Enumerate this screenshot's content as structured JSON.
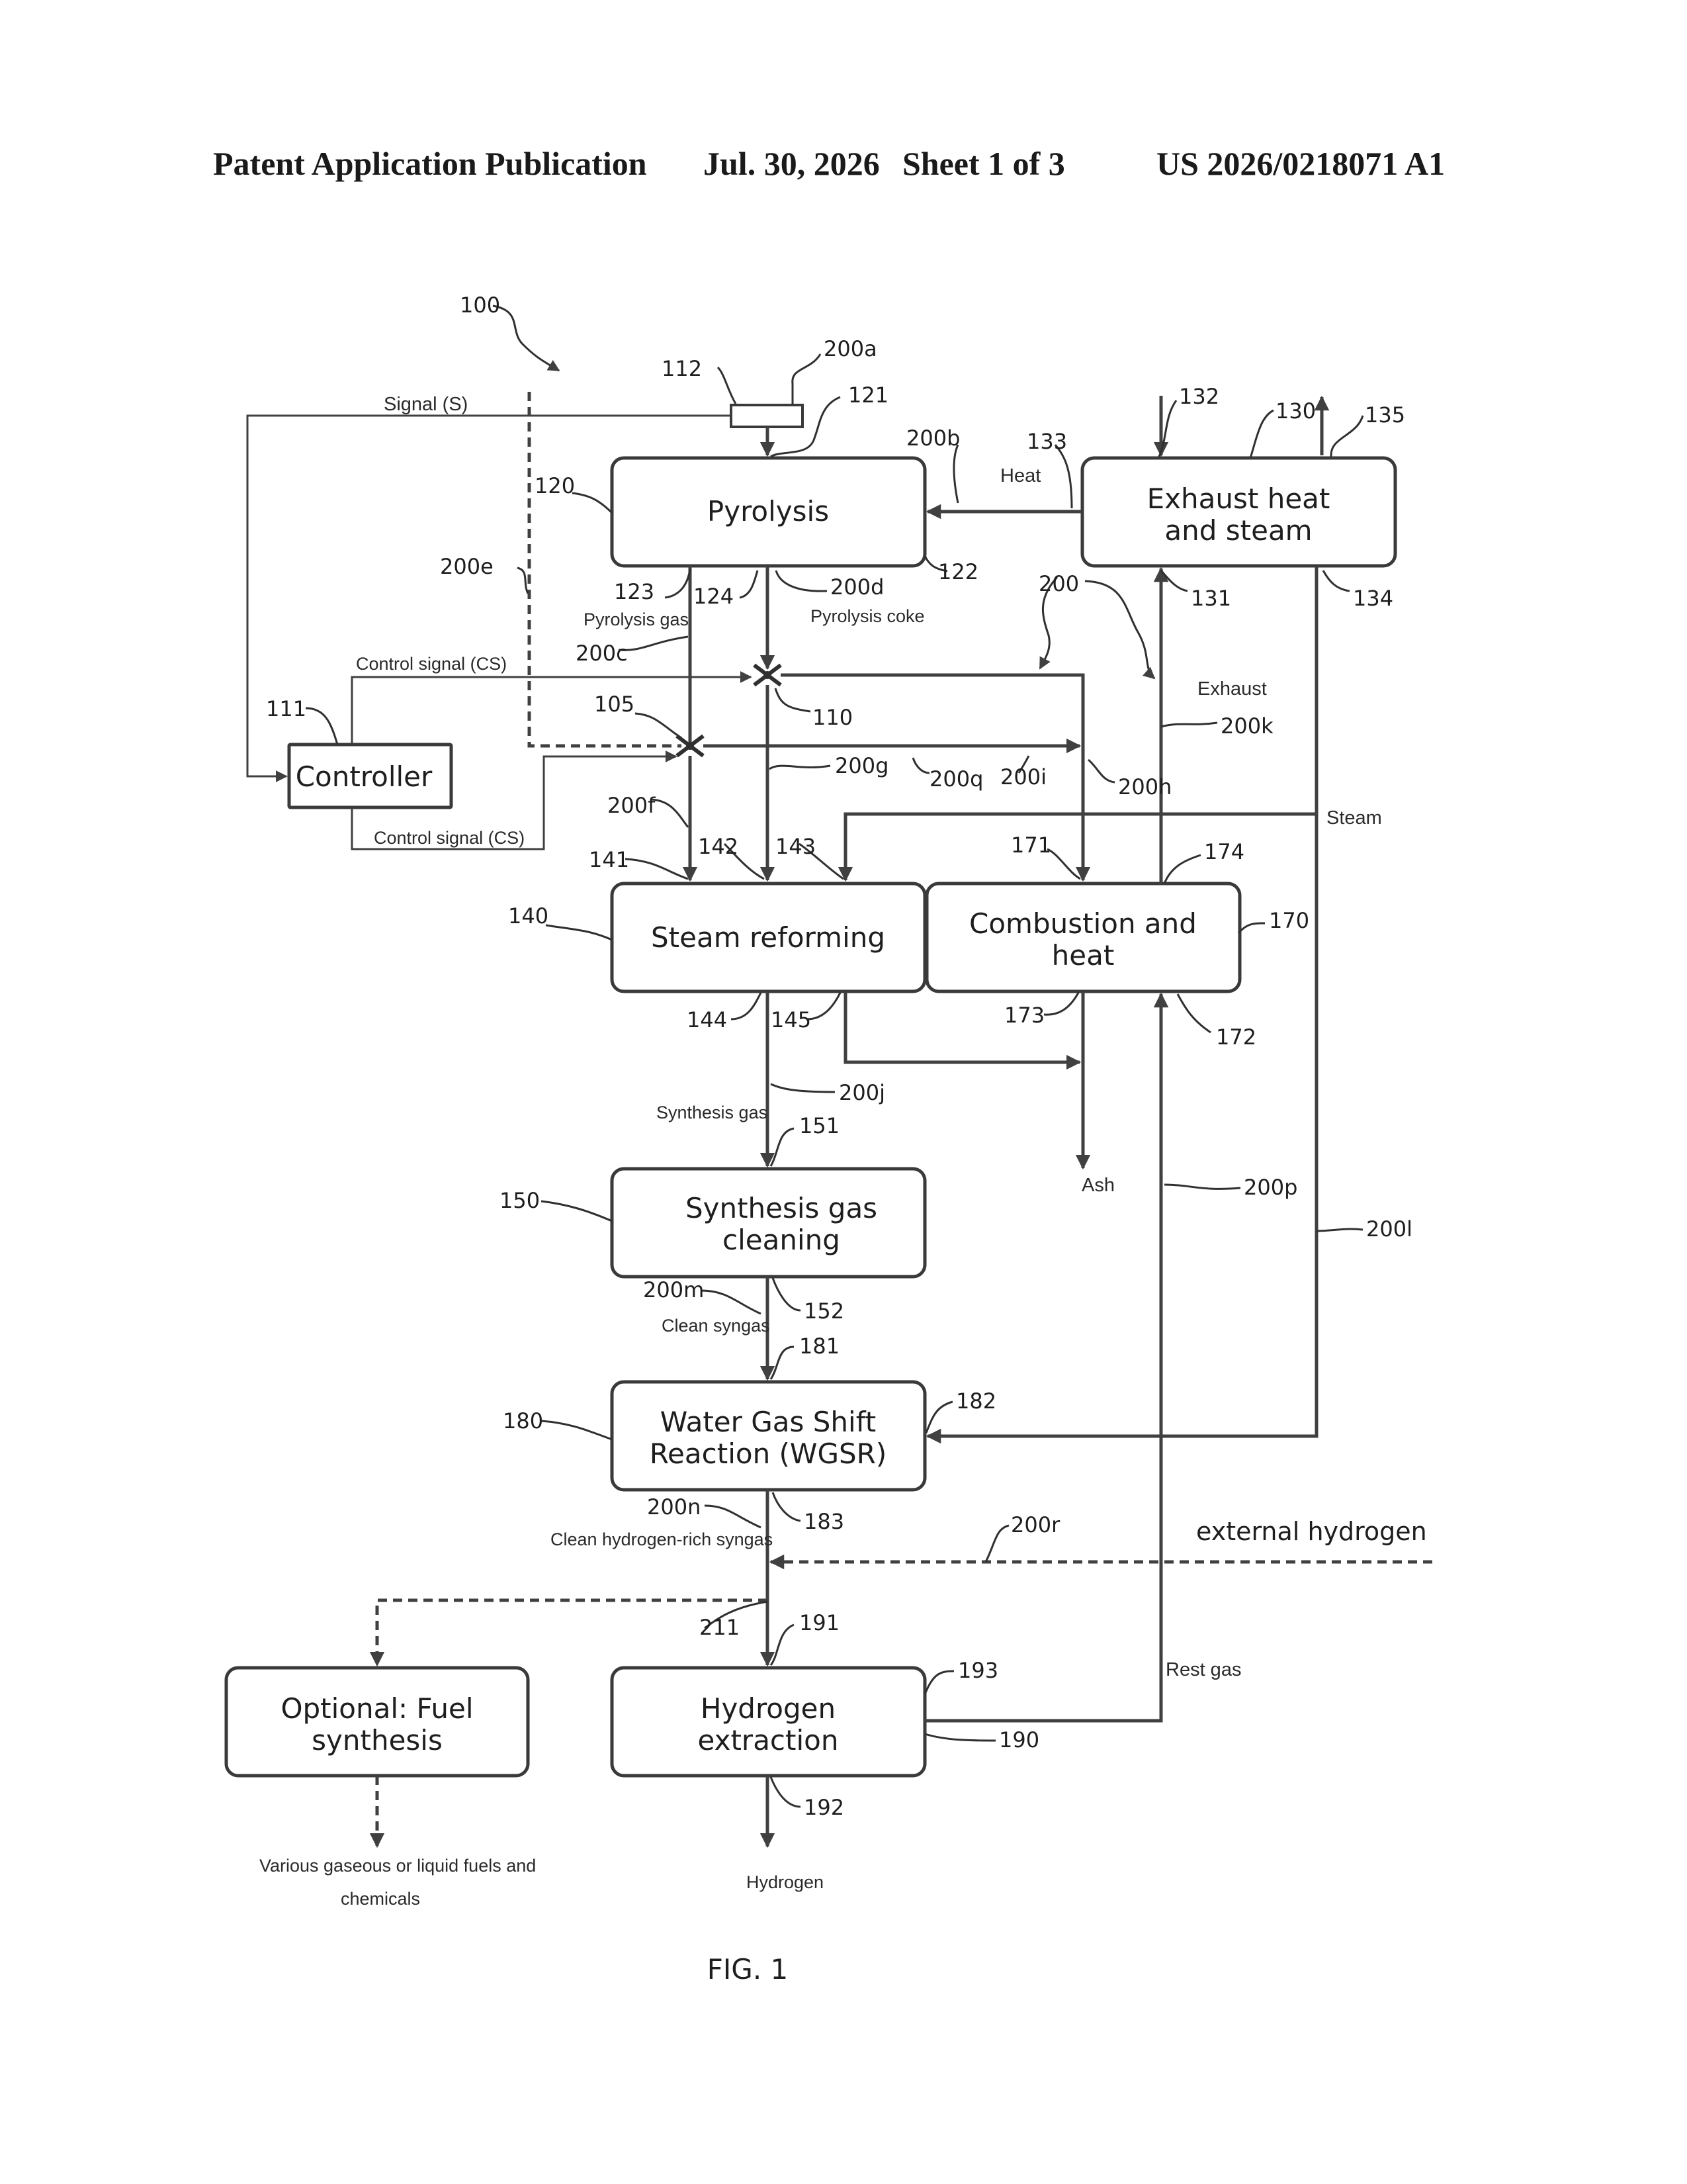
{
  "header": {
    "publication": "Patent Application Publication",
    "date": "Jul. 30, 2026",
    "sheet": "Sheet 1 of 3",
    "number": "US 2026/0218071 A1"
  },
  "figure_label": "FIG. 1",
  "blocks": {
    "pyrolysis": "Pyrolysis",
    "exhaust_1": "Exhaust heat",
    "exhaust_2": "and steam",
    "controller": "Controller",
    "steam_reforming": "Steam reforming",
    "combustion_1": "Combustion and",
    "combustion_2": "heat",
    "syngas_cleaning_1": "Synthesis gas",
    "syngas_cleaning_2": "cleaning",
    "wgsr_1": "Water Gas Shift",
    "wgsr_2": "Reaction (WGSR)",
    "fuel_synth_1": "Optional: Fuel",
    "fuel_synth_2": "synthesis",
    "hydrogen_extraction_1": "Hydrogen",
    "hydrogen_extraction_2": "extraction"
  },
  "stream_labels": {
    "signal": "Signal (S)",
    "control_signal_top": "Control signal (CS)",
    "control_signal_bottom": "Control signal (CS)",
    "heat": "Heat",
    "pyrolysis_gas": "Pyrolysis gas",
    "pyrolysis_coke": "Pyrolysis coke",
    "exhaust": "Exhaust",
    "steam": "Steam",
    "synthesis_gas": "Synthesis gas",
    "ash": "Ash",
    "clean_syngas": "Clean syngas",
    "clean_h2_syngas": "Clean hydrogen-rich syngas",
    "external_hydrogen": "external hydrogen",
    "rest_gas": "Rest gas",
    "fuels_1": "Various gaseous or liquid fuels and",
    "fuels_2": "chemicals",
    "hydrogen": "Hydrogen"
  },
  "refs": {
    "r100": "100",
    "r200a": "200a",
    "r112": "112",
    "r121": "121",
    "r200b": "200b",
    "r133": "133",
    "r132": "132",
    "r130": "130",
    "r135": "135",
    "r120": "120",
    "r122": "122",
    "r200e": "200e",
    "r123": "123",
    "r124": "124",
    "r200d": "200d",
    "r200": "200",
    "r131": "131",
    "r134": "134",
    "r200c": "200c",
    "r111": "111",
    "r105": "105",
    "r110": "110",
    "r200k": "200k",
    "r200g": "200g",
    "r200q": "200q",
    "r200i": "200i",
    "r200h": "200h",
    "r200f": "200f",
    "r141": "141",
    "r142": "142",
    "r143": "143",
    "r171": "171",
    "r174": "174",
    "r140": "140",
    "r170": "170",
    "r144": "144",
    "r145": "145",
    "r173": "173",
    "r172": "172",
    "r200j": "200j",
    "r151": "151",
    "r150": "150",
    "r200p": "200p",
    "r200l": "200l",
    "r200m": "200m",
    "r152": "152",
    "r181": "181",
    "r180": "180",
    "r182": "182",
    "r200n": "200n",
    "r183": "183",
    "r200r": "200r",
    "r211": "211",
    "r191": "191",
    "r193": "193",
    "r190": "190",
    "r192": "192"
  }
}
